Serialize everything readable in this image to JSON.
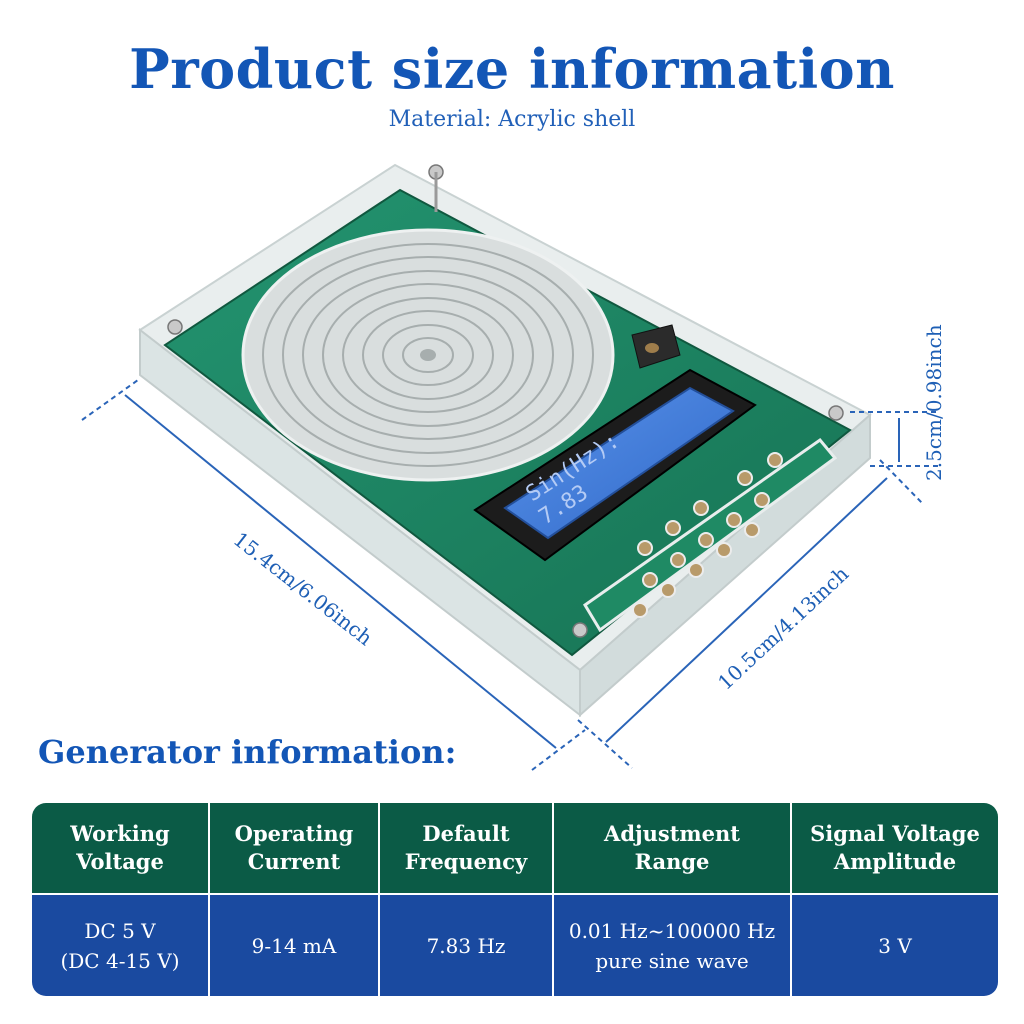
{
  "header": {
    "title": "Product size information",
    "subtitle": "Material: Acrylic shell"
  },
  "product_image": {
    "lcd_line1": "Sin(Hz):",
    "lcd_line2": "7.83",
    "dimensions": {
      "length": "15.4cm/6.06inch",
      "width": "10.5cm/4.13inch",
      "height": "2.5cm/0.98inch"
    }
  },
  "generator": {
    "section_title": "Generator information:",
    "headers": [
      "Working\nVoltage",
      "Operating\nCurrent",
      "Default\nFrequency",
      "Adjustment\nRange",
      "Signal Voltage\nAmplitude"
    ],
    "values": [
      "DC 5 V\n(DC 4-15 V)",
      "9-14 mA",
      "7.83 Hz",
      "0.01 Hz~100000 Hz\npure sine wave",
      "3 V"
    ]
  },
  "colors": {
    "title_blue": "#1356b6",
    "table_header_green": "#0b5b46",
    "table_value_blue": "#1a4aa0",
    "pcb_green": "#1f8a64",
    "lcd_blue": "#3d78d8"
  }
}
